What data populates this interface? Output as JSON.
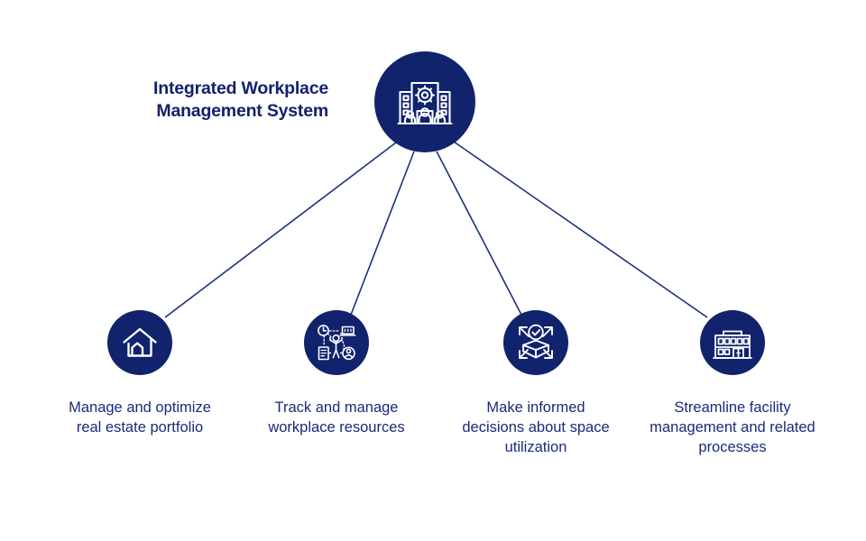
{
  "theme": {
    "background": "#ffffff",
    "navy": "#11236d",
    "title_color": "#14206b",
    "caption_color": "#1b2a7a",
    "line_color": "#1b3080",
    "icon_stroke": "#ffffff"
  },
  "hub": {
    "title": "Integrated Workplace\nManagement System",
    "icon": "building-gear-people-icon"
  },
  "nodes": [
    {
      "id": "real-estate-portfolio",
      "caption": "Manage and optimize\nreal estate portfolio",
      "icon": "home-icon"
    },
    {
      "id": "workplace-resources",
      "caption": "Track and manage\nworkplace resources",
      "icon": "resource-person-network-icon"
    },
    {
      "id": "space-utilization",
      "caption": "Make informed\ndecisions about space\nutilization",
      "icon": "open-box-check-arrows-icon"
    },
    {
      "id": "facility-management",
      "caption": "Streamline facility\nmanagement and related\nprocesses",
      "icon": "office-building-icon"
    }
  ],
  "connectors": [
    {
      "from": "hub",
      "to": "real-estate-portfolio"
    },
    {
      "from": "hub",
      "to": "workplace-resources"
    },
    {
      "from": "hub",
      "to": "space-utilization"
    },
    {
      "from": "hub",
      "to": "facility-management"
    }
  ]
}
